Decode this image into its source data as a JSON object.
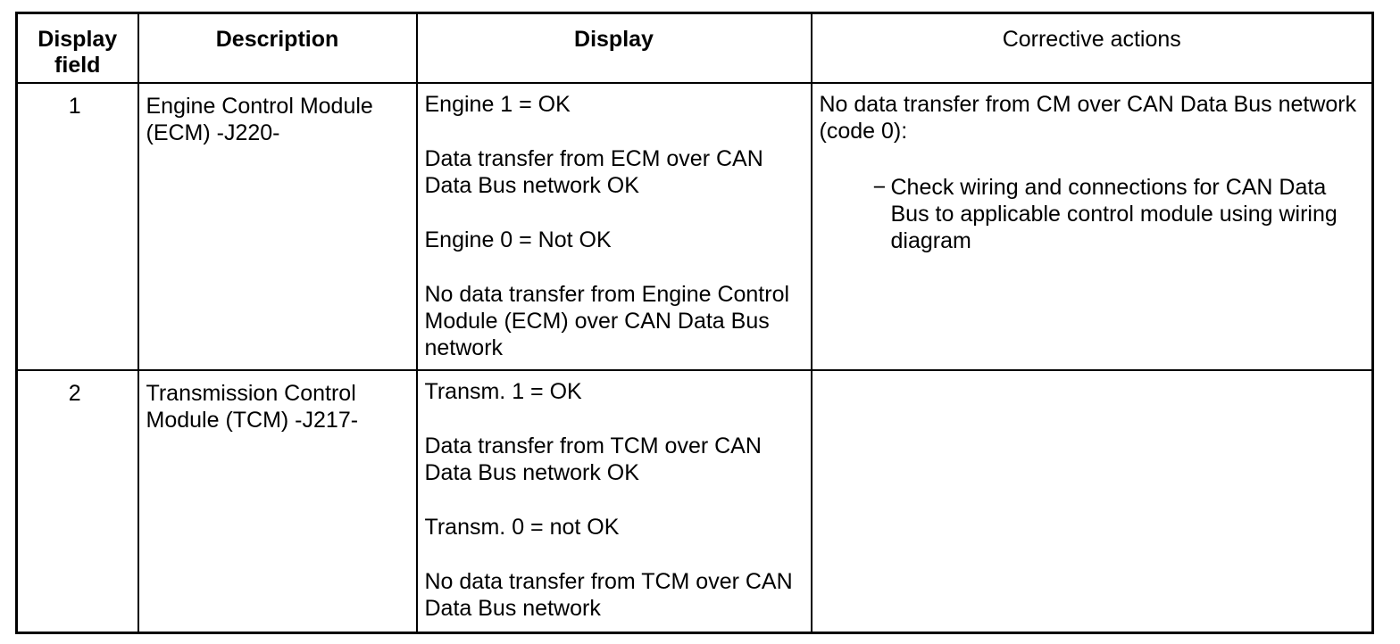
{
  "table": {
    "headers": {
      "field": "Display field",
      "description": "Description",
      "display": "Display",
      "corrective": "Corrective actions"
    },
    "rows": [
      {
        "field": "1",
        "description": "Engine Control Module (ECM) -J220-",
        "display": [
          "Engine 1 = OK",
          "Data transfer from ECM over CAN Data Bus network OK",
          "Engine 0 = Not OK",
          "No data transfer from Engine Control Module (ECM) over CAN Data Bus network"
        ],
        "corrective_intro": "No data transfer from CM over CAN Data Bus network (code 0):",
        "corrective_actions": [
          {
            "bullet": "−",
            "text": "Check wiring and connections for CAN Data Bus to applicable control module using wiring diagram"
          }
        ]
      },
      {
        "field": "2",
        "description": "Transmission Control Module (TCM) -J217-",
        "display": [
          "Transm. 1 = OK",
          "Data transfer from TCM over CAN Data Bus network OK",
          "Transm. 0 = not OK",
          "No data transfer from TCM over CAN Data Bus network"
        ],
        "corrective_intro": "",
        "corrective_actions": []
      }
    ]
  }
}
